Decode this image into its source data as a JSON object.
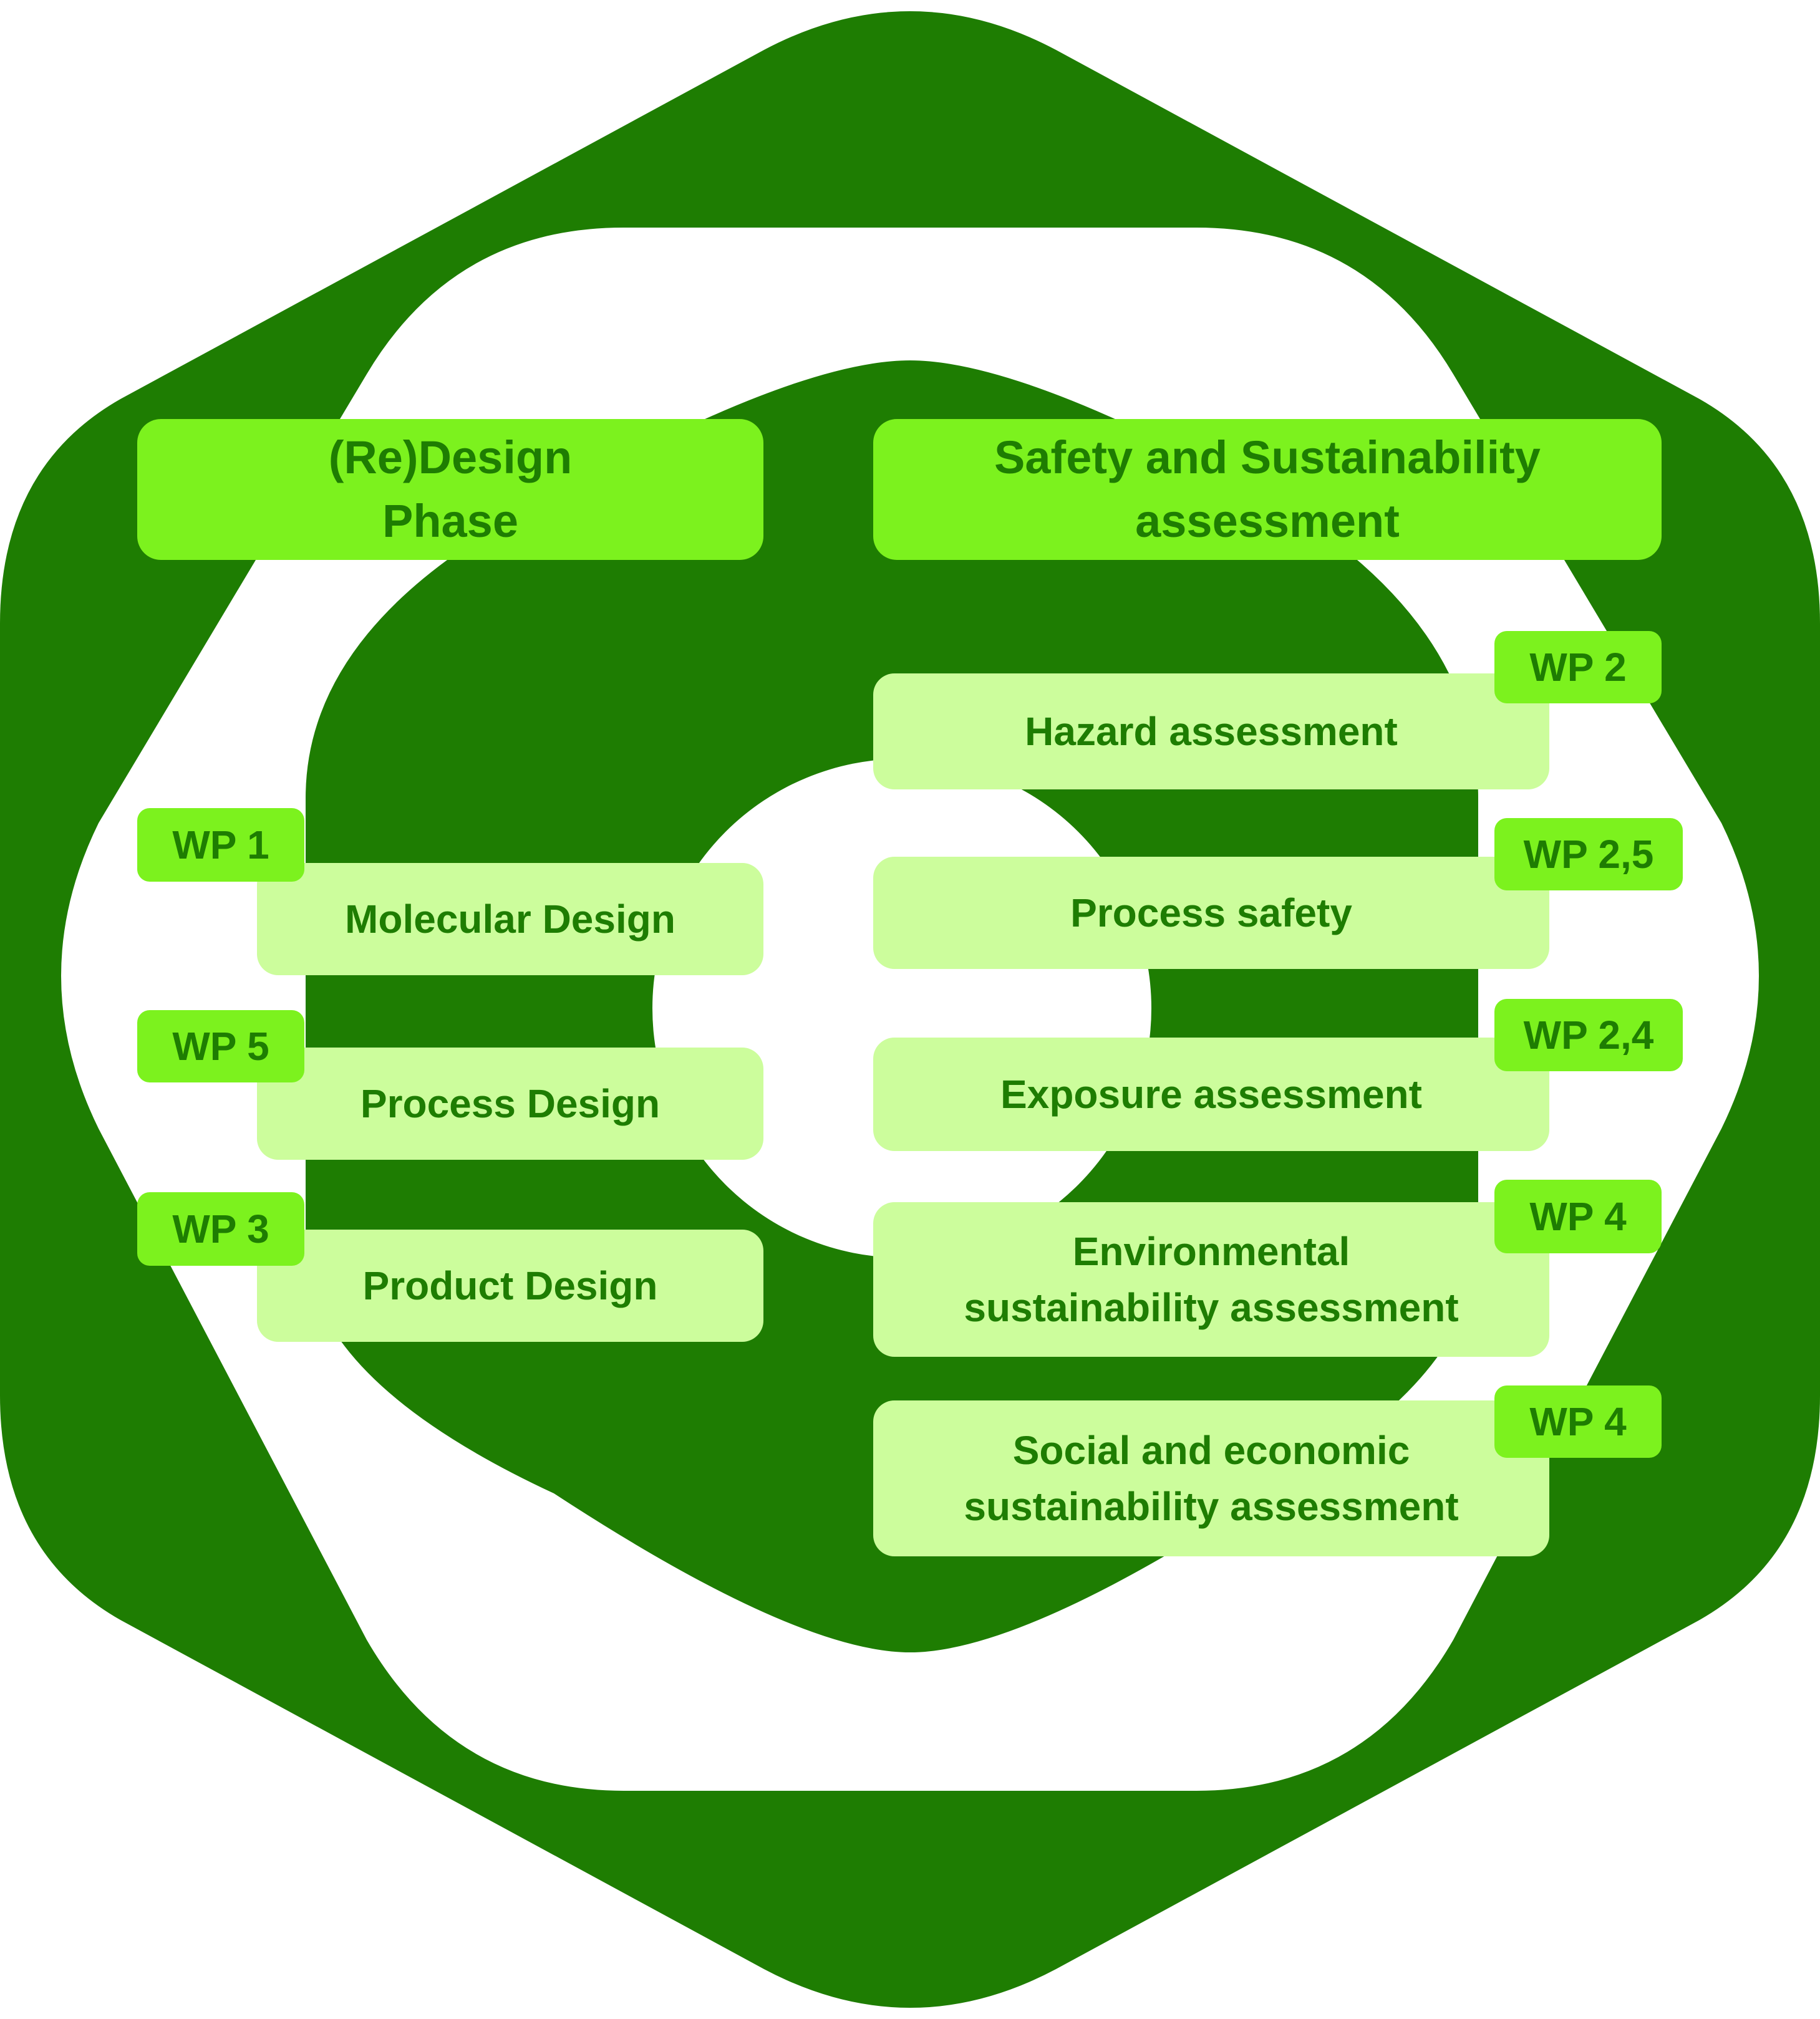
{
  "colors": {
    "dark_green": "#1e7d02",
    "bright_green": "#7cf21e",
    "light_green": "#ccfd9c",
    "background": "#ffffff"
  },
  "design_phase": {
    "title": "(Re)Design\nPhase",
    "items": [
      {
        "label": "Molecular Design",
        "wp": "WP 1"
      },
      {
        "label": "Process Design",
        "wp": "WP 5"
      },
      {
        "label": "Product Design",
        "wp": "WP 3"
      }
    ]
  },
  "assessment": {
    "title": "Safety and Sustainability\nassessment",
    "items": [
      {
        "label": "Hazard assessment",
        "wp": "WP 2"
      },
      {
        "label": "Process safety",
        "wp": "WP 2,5"
      },
      {
        "label": "Exposure assessment",
        "wp": "WP 2,4"
      },
      {
        "label": "Environmental\nsustainability assessment",
        "wp": "WP 4"
      },
      {
        "label": "Social and economic\nsustainability assessment",
        "wp": "WP 4"
      }
    ]
  }
}
